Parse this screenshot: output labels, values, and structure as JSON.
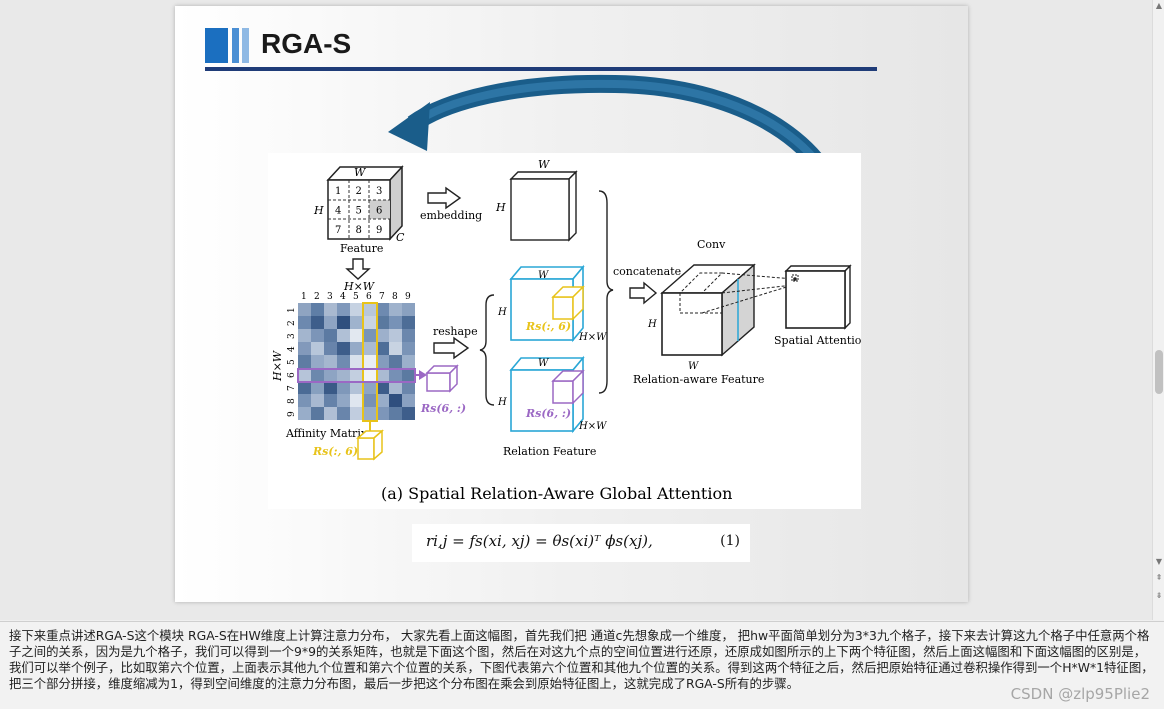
{
  "slide": {
    "title": "RGA-S",
    "accent_color": "#1f3c78",
    "arrow_color": "#1a5d8a"
  },
  "figure": {
    "feature_label": "Feature",
    "embedding_label": "embedding",
    "w": "W",
    "h": "H",
    "c": "C",
    "hxw": "H×W",
    "grid_numbers": [
      "1",
      "2",
      "3",
      "4",
      "5",
      "6",
      "7",
      "8",
      "9"
    ],
    "affinity_label": "Affinity Matrix",
    "reshape_label": "reshape",
    "concatenate_label": "concatenate",
    "conv_label": "Conv",
    "relation_feature_label": "Relation Feature",
    "relation_aware_label": "Relation-aware Feature",
    "spatial_attention_label": "Spatial Attention",
    "rs_col_label": "Rs(:, 6)",
    "rs_row_label": "Rs(6, :)",
    "caption": "(a)  Spatial Relation-Aware Global Attention"
  },
  "equation": {
    "text": "ri,j = fs(xi, xj) = θs(xi)ᵀ ϕs(xj),",
    "number": "(1)"
  },
  "notes": {
    "text": "接下来重点讲述RGA-S这个模块    RGA-S在HW维度上计算注意力分布，  大家先看上面这幅图，首先我们把 通道c先想象成一个维度， 把hw平面简单划分为3*3九个格子，接下来去计算这九个格子中任意两个格子之间的关系，因为是九个格子，我们可以得到一个9*9的关系矩阵，也就是下面这个图，然后在对这九个点的空间位置进行还原，还原成如图所示的上下两个特征图，然后上面这幅图和下面这幅图的区别是，我们可以举个例子，比如取第六个位置，上面表示其他九个位置和第六个位置的关系，下图代表第六个位置和其他九个位置的关系。得到这两个特征之后，然后把原始特征通过卷积操作得到一个H*W*1特征图，把三个部分拼接，维度缩减为1，得到空间维度的注意力分布图，最后一步把这个分布图在乘会到原始特征图上，这就完成了RGA-S所有的步骤。",
    "watermark": "CSDN @zlp95Plie2"
  },
  "affinity_colors": [
    [
      "#8fa4c1",
      "#5f7ea6",
      "#a9b9d0",
      "#7f98bb",
      "#c6d2e2",
      "#b8c7db",
      "#6e8ab0",
      "#9fb2cc",
      "#8aa1c0"
    ],
    [
      "#6d89af",
      "#3e5e8b",
      "#8ea4c3",
      "#2f4f7e",
      "#9fb3cd",
      "#c9d4e3",
      "#5a799f",
      "#7792b7",
      "#4d6d97"
    ],
    [
      "#a3b5ce",
      "#7c95b8",
      "#5c7aa2",
      "#b0c0d6",
      "#e2e8f0",
      "#7994b7",
      "#9db0cb",
      "#b8c6da",
      "#6b87ad"
    ],
    [
      "#8299bb",
      "#b7c6da",
      "#6884ab",
      "#3d5d8a",
      "#95aac7",
      "#a9bad2",
      "#4e6e98",
      "#c8d3e2",
      "#7a94b7"
    ],
    [
      "#5e7ca3",
      "#95aac7",
      "#a5b7cf",
      "#6f8bb0",
      "#d9e1ec",
      "#e9eef5",
      "#849cbd",
      "#5a789f",
      "#9bb0cb"
    ],
    [
      "#b6c4d9",
      "#6c88ad",
      "#8ea4c3",
      "#a2b4cd",
      "#c3cfe0",
      "#f0f3f8",
      "#aabbd2",
      "#7690b5",
      "#5b7aa1"
    ],
    [
      "#4b6b95",
      "#87a0bf",
      "#3a5a87",
      "#7f98ba",
      "#b2c2d7",
      "#8ea5c3",
      "#3c5c89",
      "#a8b9d1",
      "#6a86ac"
    ],
    [
      "#7993b6",
      "#a8b9d1",
      "#6582a9",
      "#91a7c5",
      "#dfe6ef",
      "#7891b5",
      "#98adc9",
      "#2f4f7e",
      "#8aa1c1"
    ],
    [
      "#98adc9",
      "#5a789f",
      "#b0bfd5",
      "#6985ab",
      "#c1cddf",
      "#97acc8",
      "#7d96b9",
      "#5e7ca3",
      "#3e5e8b"
    ]
  ]
}
